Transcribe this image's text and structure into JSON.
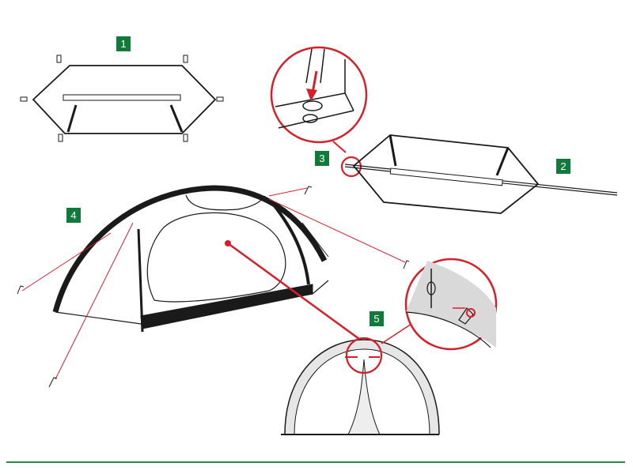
{
  "steps": [
    {
      "label": "1"
    },
    {
      "label": "2"
    },
    {
      "label": "3"
    },
    {
      "label": "4"
    },
    {
      "label": "5"
    }
  ],
  "colors": {
    "step_badge": "#0f7a3a",
    "callout": "#d4202a",
    "rule": "#2a8a4a",
    "outline": "#1a1a1a"
  }
}
